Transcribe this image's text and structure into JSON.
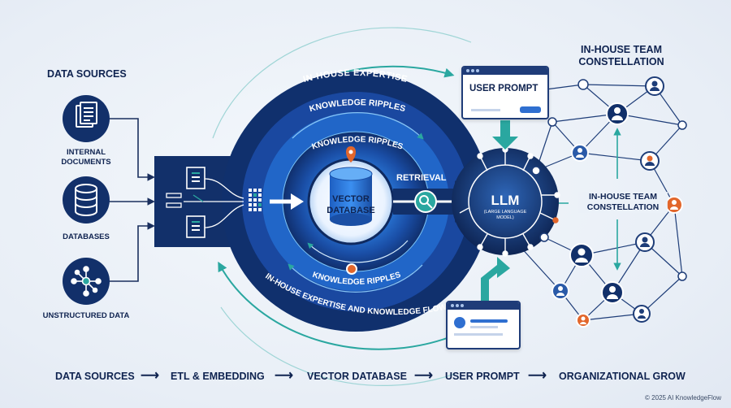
{
  "sources": {
    "title": "DATA SOURCES",
    "items": [
      {
        "label": "INTERNAL DOCUMENTS",
        "icon": "document-icon"
      },
      {
        "label": "DATABASES",
        "icon": "database-icon"
      },
      {
        "label": "UNSTRUCTURED DATA",
        "icon": "network-icon"
      }
    ]
  },
  "rings": {
    "outer_top": "IN-HOUSE EXPERTISE",
    "ripples_1": "KNOWLEDGE RIPPLES",
    "ripples_2": "KNOWLEDGE RIPPLES",
    "ripples_bottom": "KNOWLEDGE RIPPLES",
    "outer_bottom": "IN-HOUSE EXPERTISE AND KNOWLEDGE FLOW"
  },
  "core": {
    "vector_db": "VECTOR DATABASE",
    "retrieval": "RETRIEVAL",
    "llm": "LLM",
    "llm_sub": "(LARGE LANGUAGE MODEL)"
  },
  "prompt": {
    "label": "USER PROMPT"
  },
  "team": {
    "title": "IN-HOUSE TEAM CONSTELLATION",
    "mid_label": "IN-HOUSE TEAM CONSTELLATION"
  },
  "flow": {
    "steps": [
      "DATA SOURCES",
      "ETL & EMBEDDING",
      "VECTOR DATABASE",
      "USER PROMPT",
      "ORGANIZATIONAL GROW"
    ]
  },
  "footer": {
    "copyright": "© 2025 AI KnowledgeFlow"
  },
  "colors": {
    "navy": "#0f2350",
    "deep": "#12306a",
    "royal": "#1f56b5",
    "bright": "#3a8bf0",
    "teal": "#2aa7a0",
    "orange": "#e2662b"
  }
}
